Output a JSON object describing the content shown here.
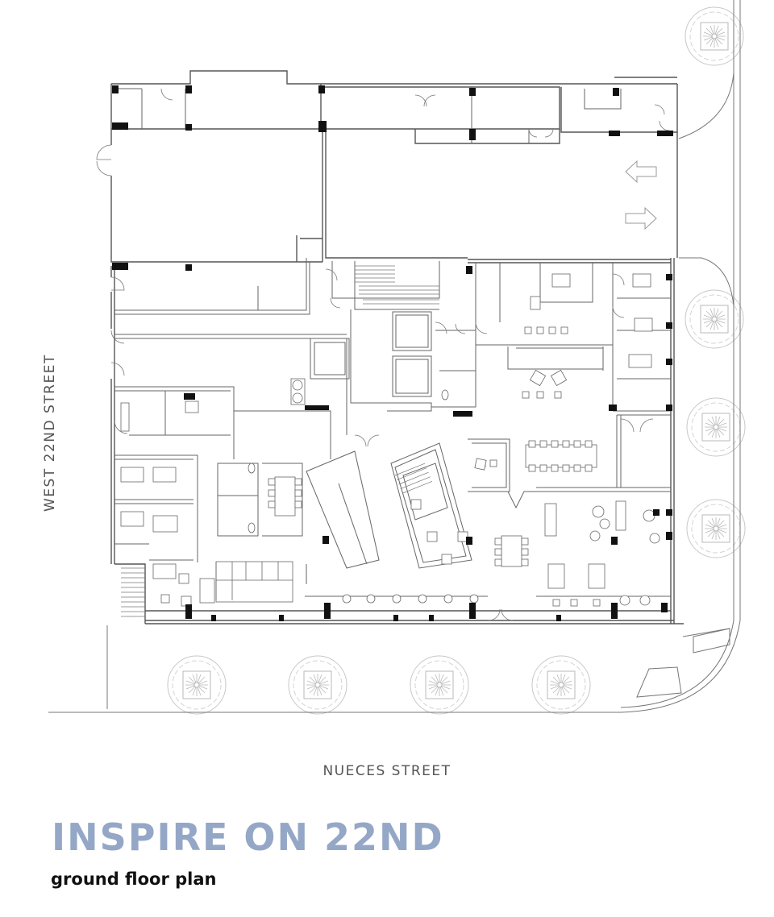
{
  "title": "INSPIRE ON 22ND",
  "subtitle": "ground floor plan",
  "streets": {
    "west": "WEST 22ND STREET",
    "south": "NUECES STREET"
  },
  "colors": {
    "title": "#95a7c6",
    "wall": "#555555",
    "column": "#111111",
    "tree": "#bbbbbb"
  }
}
